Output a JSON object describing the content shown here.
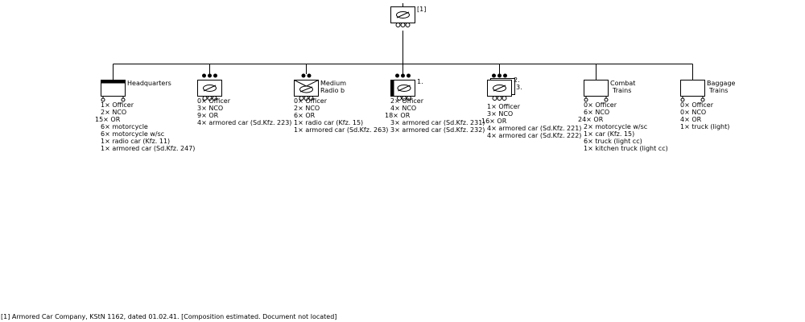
{
  "hq_unit": {
    "ref": "[1]"
  },
  "subunits": [
    {
      "id": "headquarters",
      "label_lines": [
        "Headquarters"
      ],
      "personnel": [
        "1× Officer",
        "2× NCO",
        "15× OR"
      ],
      "equipment": [
        "6× motorcycle",
        "6× motorcycle w/sc",
        "1× radio car (Kfz. 11)",
        "1× armored car (Sd.Kfz. 247)"
      ]
    },
    {
      "id": "armored-platoon-1",
      "label_lines": [],
      "personnel": [
        "0× Officer",
        "3× NCO",
        "9× OR"
      ],
      "equipment": [
        "4× armored car (Sd.Kfz. 223)"
      ]
    },
    {
      "id": "medium-radio",
      "label_lines": [
        "Medium",
        "Radio b"
      ],
      "personnel": [
        "0× Officer",
        "2× NCO",
        "6× OR"
      ],
      "equipment": [
        "1× radio car (Kfz. 15)",
        "1× armored car (Sd.Kfz. 263)"
      ]
    },
    {
      "id": "heavy-platoon",
      "label_lines": [
        "1."
      ],
      "personnel": [
        "2× Officer",
        "4× NCO",
        "18× OR"
      ],
      "equipment": [
        "3× armored car (Sd.Kfz. 231)",
        "3× armored car (Sd.Kfz. 232)"
      ]
    },
    {
      "id": "light-platoons",
      "label_lines": [
        "2.",
        "3."
      ],
      "personnel": [
        "1× Officer",
        "3× NCO",
        "16× OR"
      ],
      "equipment": [
        "4× armored car (Sd.Kfz. 221)",
        "4× armored car (Sd.Kfz. 222)"
      ]
    },
    {
      "id": "combat-trains",
      "label_lines": [
        "Combat",
        "Trains"
      ],
      "personnel": [
        "0× Officer",
        "6× NCO",
        "24× OR"
      ],
      "equipment": [
        "2× motorcycle w/sc",
        "1× car (Kfz. 15)",
        "6× truck (light cc)",
        "1× kitchen truck (light cc)"
      ]
    },
    {
      "id": "baggage-trains",
      "label_lines": [
        "Baggage",
        "Trains"
      ],
      "personnel": [
        "0× Officer",
        "0× NCO",
        "4× OR"
      ],
      "equipment": [
        "1× truck (light)"
      ]
    }
  ],
  "footnote": "[1] Armored Car Company, KStN 1162, dated 01.02.41. [Composition estimated. Document not located]"
}
